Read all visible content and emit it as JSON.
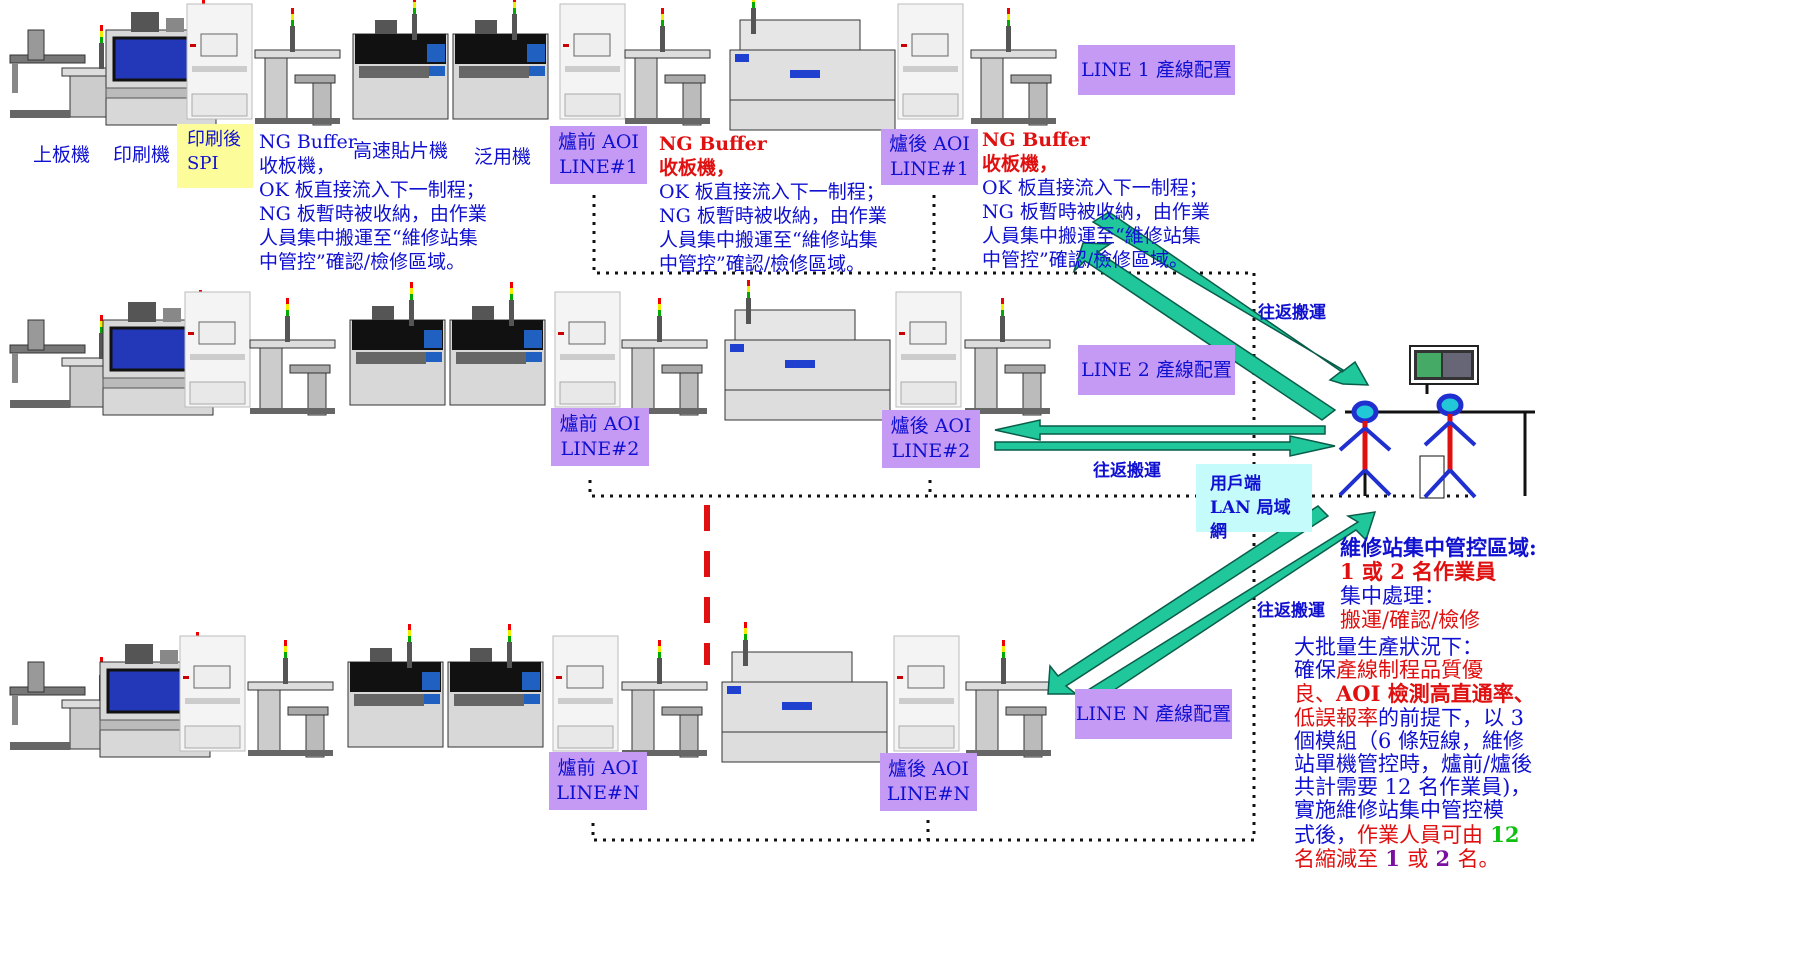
{
  "line1": {
    "title": "LINE 1 產線配置",
    "labels": {
      "loader": "上板機",
      "printer": "印刷機",
      "spi_1": "印刷後",
      "spi_2": "SPI",
      "ng_buffer_1": "NG Buffer",
      "ng_buffer_2": "收板機，",
      "mounter": "高速貼片機",
      "general": "泛用機"
    },
    "note_lines": [
      "OK 板直接流入下一制程；",
      "NG  板暫時被收納，由作業",
      "人員集中搬運至“維修站集",
      "中管控”確認/檢修區域。"
    ],
    "pre_aoi": [
      "爐前 AOI",
      "LINE#1"
    ],
    "post_aoi": [
      "爐後 AOI",
      "LINE#1"
    ],
    "pre_note_head": [
      "NG Buffer",
      "收板機，"
    ],
    "pre_note_lines": [
      "OK 板直接流入下一制程；",
      "NG  板暫時被收納，由作業",
      "人員集中搬運至“維修站集",
      "中管控”確認/檢修區域。"
    ],
    "post_note_head": [
      "NG Buffer",
      "收板機，"
    ],
    "post_note_lines": [
      "OK 板直接流入下一制程；",
      "NG  板暫時被收納，由作業",
      "人員集中搬運至“維修站集",
      "中管控”確認/檢修區域。"
    ]
  },
  "line2": {
    "title": "LINE 2 產線配置",
    "pre_aoi": [
      "爐前 AOI",
      "LINE#2"
    ],
    "post_aoi": [
      "爐後 AOI",
      "LINE#2"
    ]
  },
  "lineN": {
    "title": "LINE N 產線配置",
    "pre_aoi": [
      "爐前 AOI",
      "LINE#N"
    ],
    "post_aoi": [
      "爐後 AOI",
      "LINE#N"
    ]
  },
  "arrows": {
    "transport": "往返搬運"
  },
  "lan": [
    "用戶端",
    "LAN 局域網"
  ],
  "station": {
    "title": "維修站集中管控區域:",
    "operators": "1 或 2 名作業員",
    "process_label": "集中處理：",
    "process": "搬運/確認/檢修"
  },
  "summary": {
    "l1": "大批量生產狀況下：",
    "l2a": "確保",
    "l2b": "產線制程品質優",
    "l3a": "良、",
    "l3b": "AOI 檢測高直通率、",
    "l4a": "低誤報率",
    "l4b": "的前提下，以 3",
    "l5": "個模組（6 條短線，維修",
    "l6": "站單機管控時，爐前/爐後",
    "l7": "共計需要 12 名作業員)，",
    "l8": "實施維修站集中管控模",
    "l9a": "式後，",
    "l9b": "作業人員可由",
    "l9c": " 12",
    "l10a": "名縮減至",
    "l10b": " 1 ",
    "l10c": "或",
    "l10d": " 2 ",
    "l10e": "名。"
  },
  "colors": {
    "purple_box": "#c59af5",
    "yellow_box": "#fcfc9a",
    "cyan_box": "#c6fbfb",
    "arrow": "#1fc79a",
    "dash_red": "#e01010",
    "text_blue": "#1010d0",
    "text_red": "#e01010"
  }
}
